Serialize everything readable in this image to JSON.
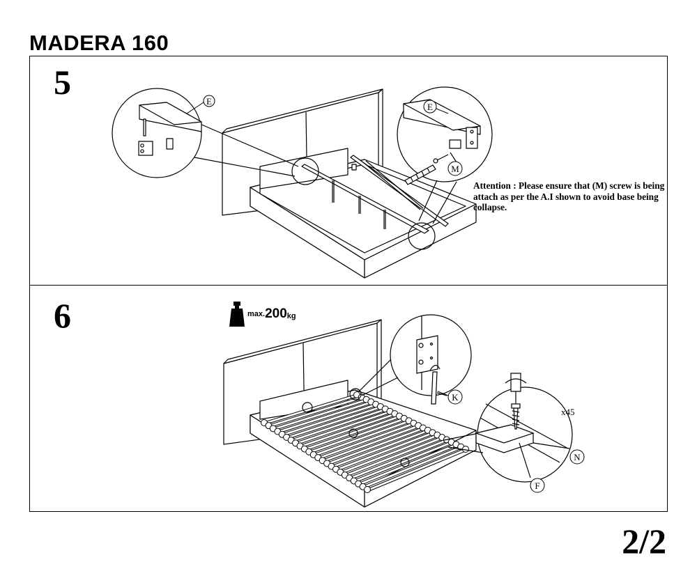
{
  "document": {
    "title": "MADERA 160",
    "page_number": "2/2"
  },
  "steps": [
    {
      "number": "5",
      "labels": [
        "E",
        "E",
        "M"
      ],
      "attention": "Attention : Please ensure that (M) screw is being attach as per the A.I shown to avoid base being collapse."
    },
    {
      "number": "6",
      "max_load_prefix": "max.",
      "max_load_value": "200",
      "max_load_unit": "kg",
      "labels": [
        "K",
        "N",
        "F"
      ],
      "quantity": "x45"
    }
  ],
  "icons": {
    "weight": "weight-icon"
  }
}
